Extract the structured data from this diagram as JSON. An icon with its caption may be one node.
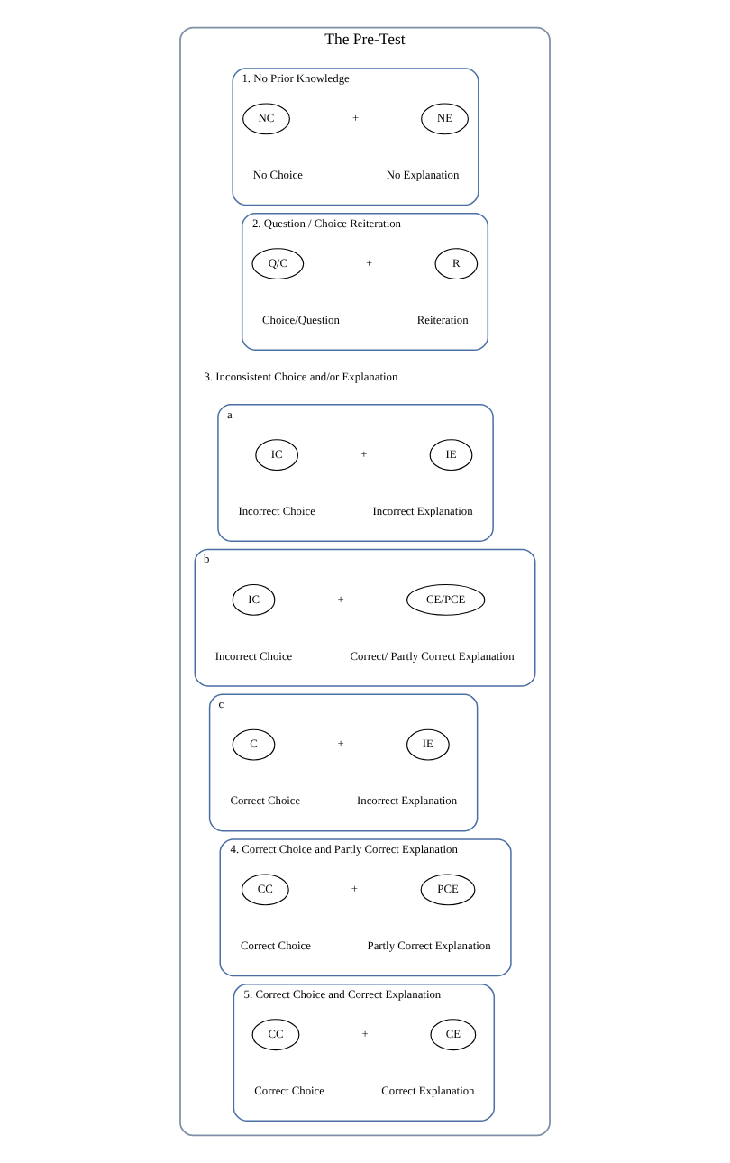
{
  "diagram": {
    "nodes": [
      {
        "text": [
          "The Pre-Test"
        ]
      },
      {
        "text": [
          "1. No Prior Knowledge"
        ],
        "in": 0
      },
      {
        "text": [
          "NC"
        ],
        "beside": [
          "No Choice"
        ],
        "in": 1
      },
      {
        "text": [
          "NE"
        ],
        "beside": [
          "No Explanation"
        ],
        "in": 1
      },
      {
        "text": [
          "2. Question / Choice Reiteration"
        ],
        "in": 0
      },
      {
        "text": [
          "Q/C"
        ],
        "beside": [
          "Choice/Question"
        ],
        "in": 4
      },
      {
        "text": [
          "R"
        ],
        "beside": [
          "Reiteration"
        ],
        "in": 4
      },
      {
        "text": [
          "a"
        ],
        "in": 0
      },
      {
        "text": [
          "IC"
        ],
        "beside": [
          "Incorrect Choice"
        ],
        "in": 7
      },
      {
        "text": [
          "IE"
        ],
        "beside": [
          "Incorrect Explanation"
        ],
        "in": 7
      },
      {
        "text": [
          "b"
        ],
        "in": 0
      },
      {
        "text": [
          "IC"
        ],
        "beside": [
          "Incorrect Choice"
        ],
        "in": 10
      },
      {
        "text": [
          "CE/PCE"
        ],
        "beside": [
          "Correct/ Partly Correct Explanation"
        ],
        "in": 10
      },
      {
        "text": [
          "c"
        ],
        "in": 0
      },
      {
        "text": [
          "C"
        ],
        "beside": [
          "Correct Choice"
        ],
        "in": 13
      },
      {
        "text": [
          "IE"
        ],
        "beside": [
          "Incorrect Explanation"
        ],
        "in": 13
      },
      {
        "text": [
          "4. Correct Choice and Partly Correct Explanation"
        ],
        "in": 0
      },
      {
        "text": [
          "CC"
        ],
        "beside": [
          "Correct Choice"
        ],
        "in": 16
      },
      {
        "text": [
          "PCE"
        ],
        "beside": [
          "Partly Correct Explanation"
        ],
        "in": 16
      },
      {
        "text": [
          "5. Correct Choice and Correct Explanation"
        ],
        "in": 0
      },
      {
        "text": [
          "CC"
        ],
        "beside": [
          "Correct Choice"
        ],
        "in": 19
      },
      {
        "text": [
          "CE"
        ],
        "beside": [
          "Correct Explanation"
        ],
        "in": 19
      }
    ],
    "labels": [
      "+",
      "+",
      "3. Inconsistent Choice and/or Explanation",
      "+",
      "+",
      "+",
      "+",
      "+"
    ]
  }
}
